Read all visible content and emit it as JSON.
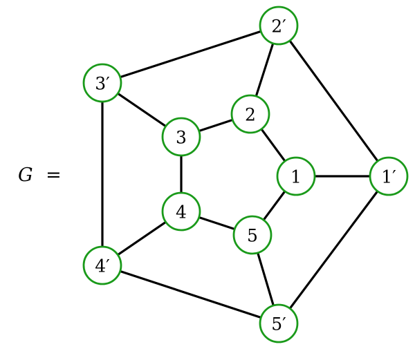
{
  "graph": {
    "name": "G",
    "equals": "=",
    "node_color": "#1a9a1a",
    "edge_color": "#000000",
    "nodes": [
      {
        "id": "1",
        "label": "1"
      },
      {
        "id": "2",
        "label": "2"
      },
      {
        "id": "3",
        "label": "3"
      },
      {
        "id": "4",
        "label": "4"
      },
      {
        "id": "5",
        "label": "5"
      },
      {
        "id": "1p",
        "label": "1′"
      },
      {
        "id": "2p",
        "label": "2′"
      },
      {
        "id": "3p",
        "label": "3′"
      },
      {
        "id": "4p",
        "label": "4′"
      },
      {
        "id": "5p",
        "label": "5′"
      }
    ],
    "edges": [
      [
        "1",
        "2"
      ],
      [
        "2",
        "3"
      ],
      [
        "3",
        "4"
      ],
      [
        "4",
        "5"
      ],
      [
        "5",
        "1"
      ],
      [
        "1p",
        "2p"
      ],
      [
        "2p",
        "3p"
      ],
      [
        "3p",
        "4p"
      ],
      [
        "4p",
        "5p"
      ],
      [
        "5p",
        "1p"
      ],
      [
        "1",
        "1p"
      ],
      [
        "2",
        "2p"
      ],
      [
        "3",
        "3p"
      ],
      [
        "4",
        "4p"
      ],
      [
        "5",
        "5p"
      ]
    ]
  }
}
